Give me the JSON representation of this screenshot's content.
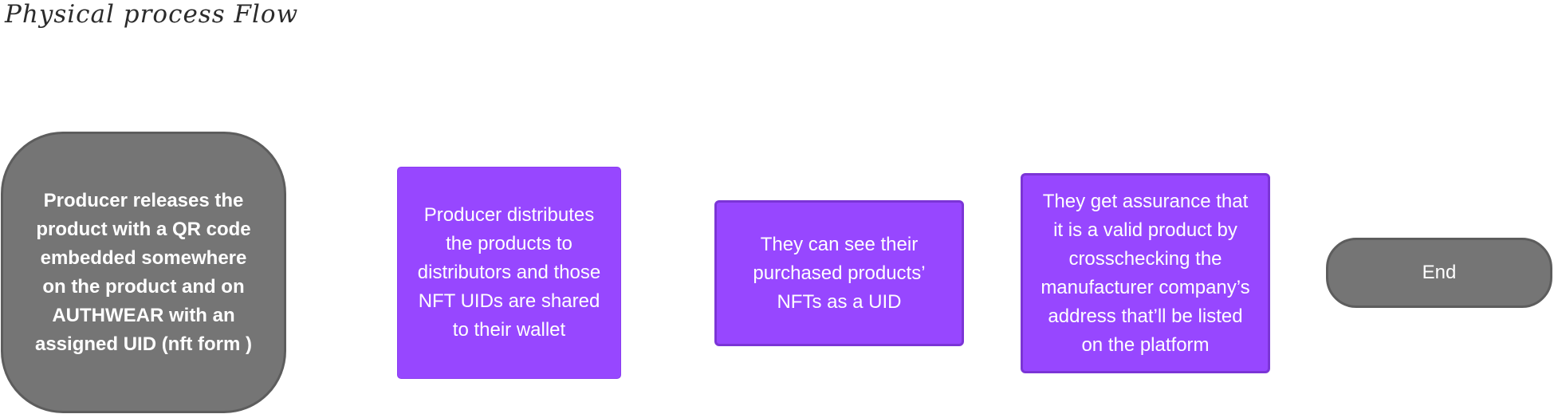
{
  "title": "Physical process Flow",
  "nodes": {
    "start": {
      "lines": [
        "Producer releases the",
        "product with a QR code",
        "embedded somewhere",
        "on the product and on",
        "AUTHWEAR with an",
        "assigned UID (nft form )"
      ]
    },
    "distribute": {
      "lines": [
        "Producer distributes",
        "the products to",
        "distributors and those",
        "NFT UIDs are shared",
        "to their wallet"
      ]
    },
    "view": {
      "lines": [
        "They can see their",
        "purchased products’",
        "NFTs as a UID"
      ]
    },
    "assurance": {
      "lines": [
        "They get assurance that",
        "it is a valid product by",
        "crosschecking the",
        "manufacturer company’s",
        "address that’ll be listed",
        "on the platform"
      ]
    },
    "end": {
      "label": "End"
    }
  },
  "colors": {
    "process_fill": "#9747ff",
    "terminal_fill": "#757575",
    "text": "#ffffff"
  }
}
